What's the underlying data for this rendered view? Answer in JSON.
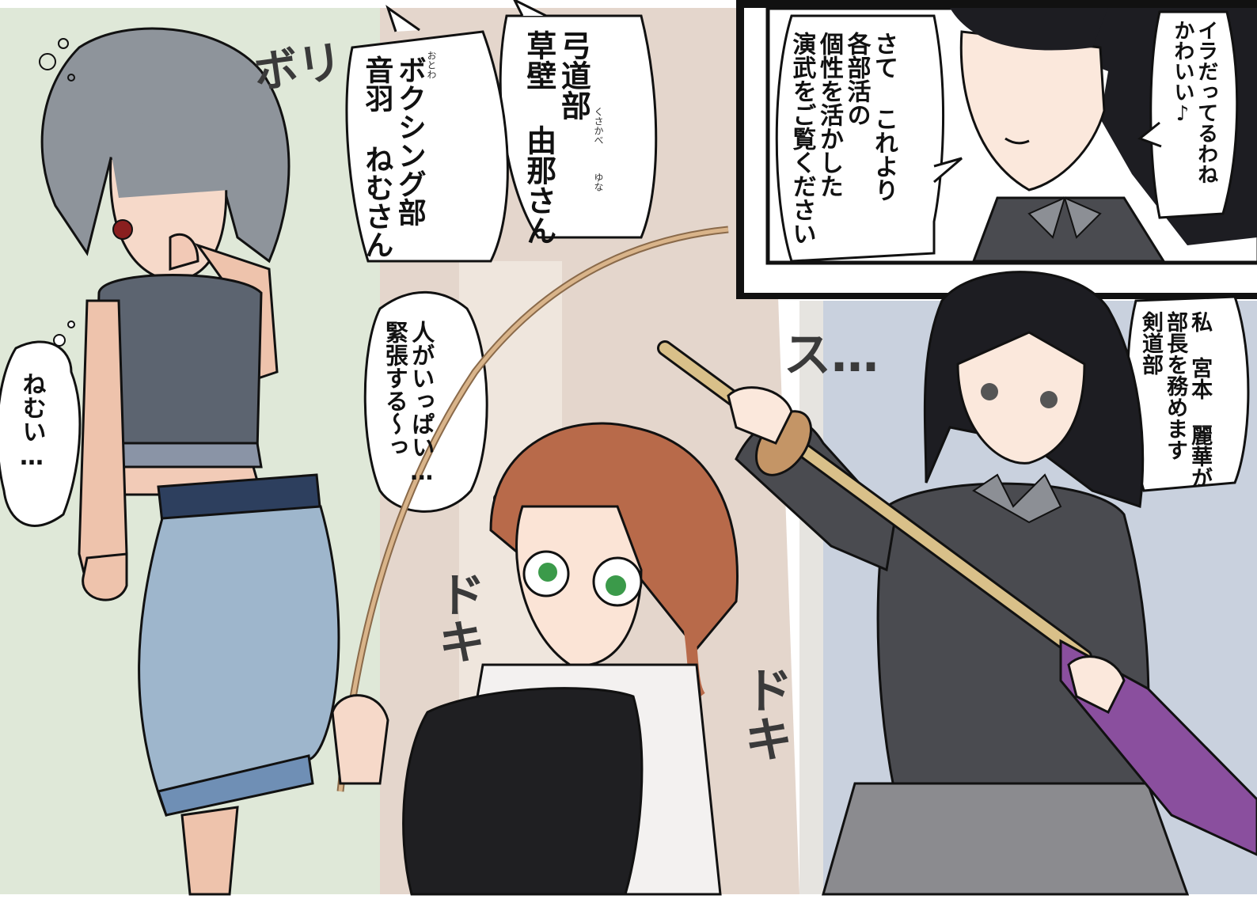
{
  "colors": {
    "bg_left": "#dfe8d8",
    "bg_mid": "#e4d6cc",
    "bg_right": "#c9d1de",
    "panel_border": "#111111",
    "hair_gray": "#8e949b",
    "hair_brown": "#b86a4a",
    "hair_black": "#1d1d22",
    "jacket": "#4a4b50",
    "skirt_blue": "#9eb6cc",
    "bow": "#c49566",
    "umbrella": "#8a4f9e"
  },
  "panel": {
    "top_right": {
      "speech_main": "さて これより\n各部活の\n個性を活かした\n演武をご覧ください",
      "speech_side": "イラだってるわね\nかわいい♪"
    },
    "main": {
      "intro_kyudo": "弓道部\n草壁 由那さん",
      "ruby_kusakabe": "くさかべ",
      "ruby_yuna": "ゆな",
      "intro_boxing": "ボクシング部\n音羽 ねむさん",
      "ruby_otowa": "おとわ",
      "thought_nemu": "ねむい…",
      "thought_yuna": "人がいっぱい…\n緊張する〜っ",
      "speech_reika": "私 宮本 麗華が\n部長を務めます\n剣道部"
    },
    "sfx": {
      "bori": "ボリ",
      "doki1": "ドキ",
      "doki2": "ドキ",
      "su": "ス…"
    },
    "icons": [
      "yawn-bubble-icon"
    ]
  }
}
